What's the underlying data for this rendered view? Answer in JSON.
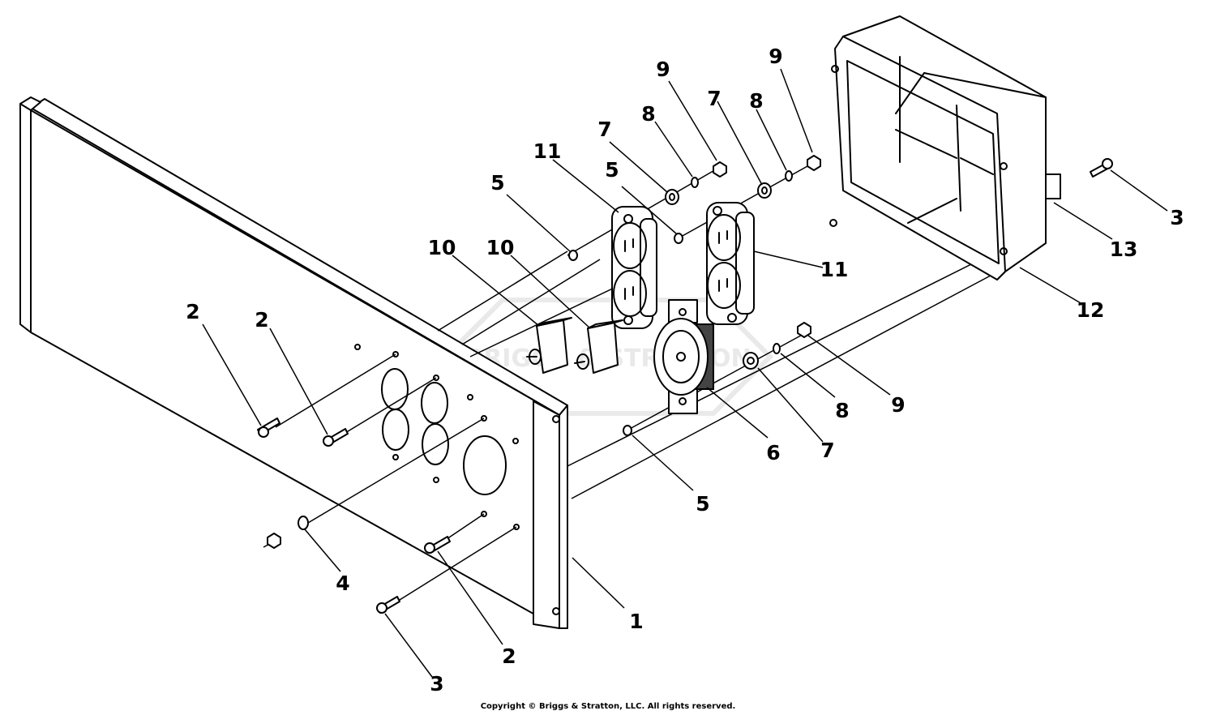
{
  "labels": {
    "p1": "1",
    "p2a": "2",
    "p2b": "2",
    "p2c": "2",
    "p3a": "3",
    "p3b": "3",
    "p4": "4",
    "p5a": "5",
    "p5b": "5",
    "p5c": "5",
    "p6": "6",
    "p7a": "7",
    "p7b": "7",
    "p7c": "7",
    "p8a": "8",
    "p8b": "8",
    "p8c": "8",
    "p9a": "9",
    "p9b": "9",
    "p9c": "9",
    "p10a": "10",
    "p10b": "10",
    "p11a": "11",
    "p11b": "11",
    "p12": "12",
    "p13": "13"
  },
  "watermark": "BRIGGS & STRATTON",
  "copyright": "Copyright © Briggs & Stratton, LLC. All rights reserved."
}
